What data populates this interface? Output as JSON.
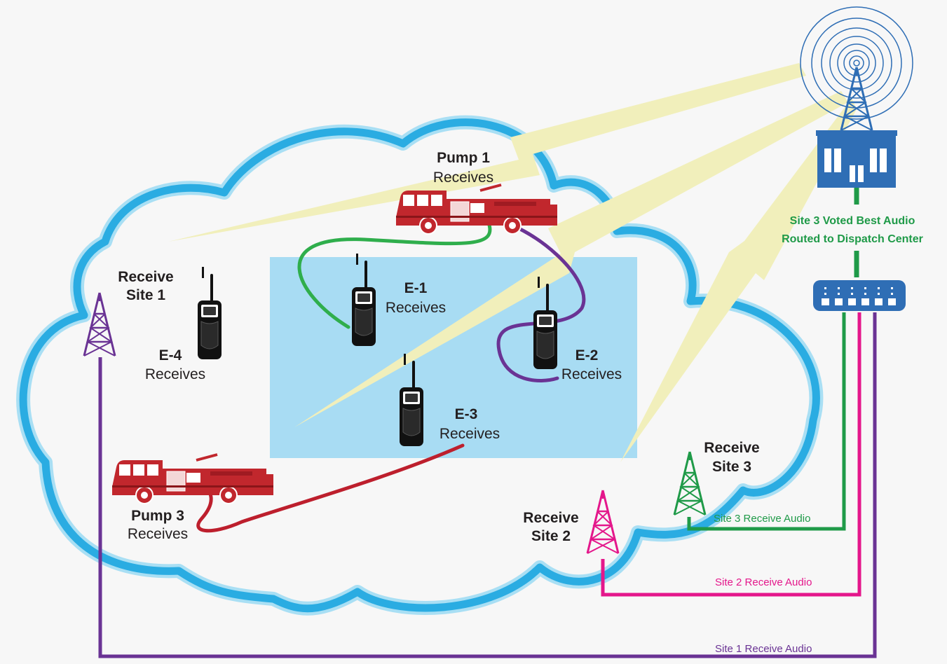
{
  "colors": {
    "background": "#f7f7f7",
    "cloud_outer": "#2aace2",
    "cloud_inner": "#a9dff4",
    "coverage_box": "#a8dcf3",
    "beam": "#f1efbb",
    "site1": "#6a3394",
    "site2": "#e4178b",
    "site3": "#1f9a48",
    "pump_link": "#bd1f2d",
    "engine": "#c1272d",
    "radio": "#111111",
    "dispatch": "#2f6eb5"
  },
  "labels": {
    "pump1_name": "Pump 1",
    "pump1_status": "Receives",
    "pump3_name": "Pump 3",
    "pump3_status": "Receives",
    "e1_name": "E-1",
    "e1_status": "Receives",
    "e2_name": "E-2",
    "e2_status": "Receives",
    "e3_name": "E-3",
    "e3_status": "Receives",
    "e4_name": "E-4",
    "e4_status": "Receives",
    "site1_line1": "Receive",
    "site1_line2": "Site 1",
    "site2_line1": "Receive",
    "site2_line2": "Site 2",
    "site3_line1": "Receive",
    "site3_line2": "Site 3",
    "voted_line1": "Site 3 Voted Best Audio",
    "voted_line2": "Routed to Dispatch Center",
    "site1_audio": "Site 1 Receive Audio",
    "site2_audio": "Site 2 Receive Audio",
    "site3_audio": "Site 3 Receive Audio"
  },
  "icons": {
    "dispatch": "dispatch-center-building-icon",
    "comparator": "voting-comparator-icon",
    "tower": "radio-tower-icon",
    "handheld": "handheld-radio-icon",
    "engine": "fire-engine-icon"
  }
}
